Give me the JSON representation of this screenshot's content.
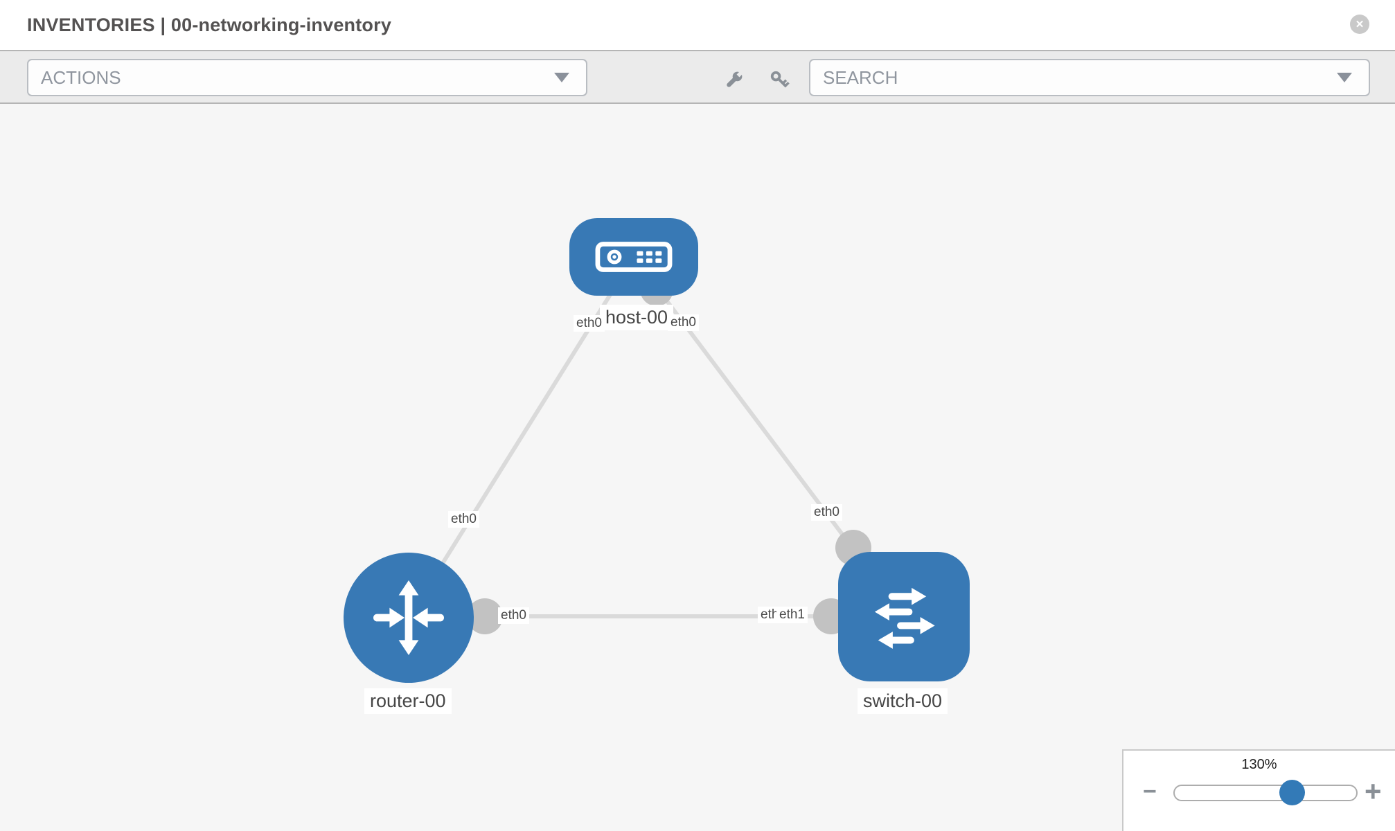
{
  "header": {
    "title": "INVENTORIES | 00-networking-inventory",
    "close_glyph": "✕"
  },
  "toolbar": {
    "actions_label": "ACTIONS",
    "search_placeholder": "SEARCH",
    "icons": [
      "wrench",
      "key"
    ]
  },
  "topology": {
    "nodes": [
      {
        "name": "host-00",
        "type": "host"
      },
      {
        "name": "router-00",
        "type": "router"
      },
      {
        "name": "switch-00",
        "type": "switch"
      }
    ],
    "links": [
      {
        "from": "host-00",
        "from_interface": "eth0",
        "to": "router-00",
        "to_interface": "eth0"
      },
      {
        "from": "host-00",
        "from_interface": "eth0",
        "to": "switch-00",
        "to_interface": "eth0"
      },
      {
        "from": "router-00",
        "from_interface": "eth0",
        "to": "switch-00",
        "to_interface": "eth1",
        "to_interface_overlapped_label": "eth0"
      }
    ]
  },
  "zoom_control": {
    "level": "130%",
    "minus_glyph": "−",
    "plus_glyph": "+"
  },
  "colors": {
    "node_fill": "#3879b5",
    "link": "#dadada",
    "connector": "#c2c2c2",
    "toolbar_bg": "#ebebeb",
    "canvas_bg": "#f6f6f6",
    "accent_blue": "#337ab7"
  }
}
